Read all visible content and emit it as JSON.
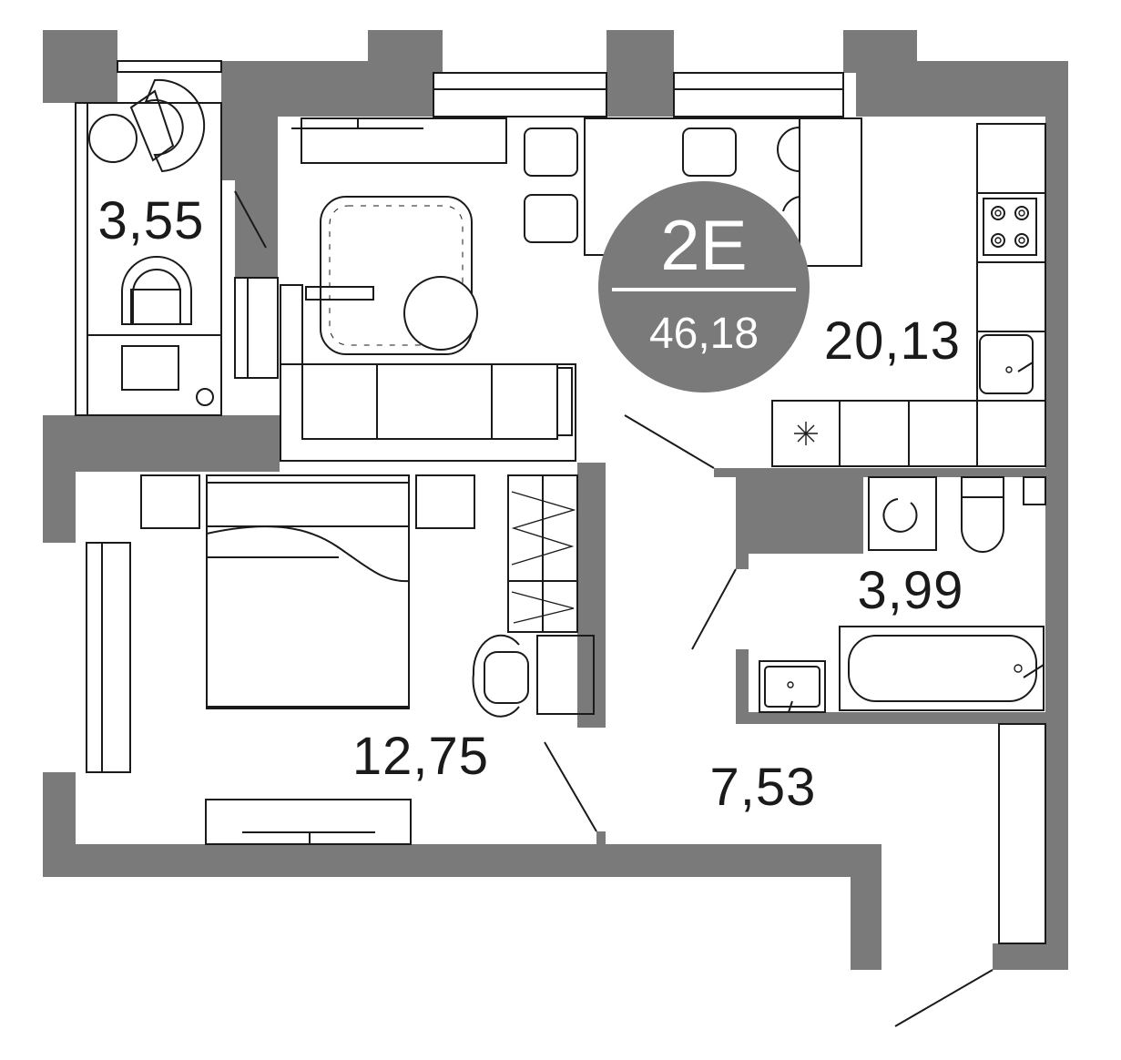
{
  "apartment": {
    "code": "2E",
    "total_area": "46,18"
  },
  "rooms": [
    {
      "id": "balcony",
      "area": "3,55"
    },
    {
      "id": "living-kitchen",
      "area": "20,13"
    },
    {
      "id": "bathroom",
      "area": "3,99"
    },
    {
      "id": "bedroom",
      "area": "12,75"
    },
    {
      "id": "hallway",
      "area": "7,53"
    }
  ],
  "colors": {
    "wall": "#7a7a7a",
    "badge": "#7a7a7a",
    "line": "#1a1a1a",
    "background": "#ffffff"
  }
}
